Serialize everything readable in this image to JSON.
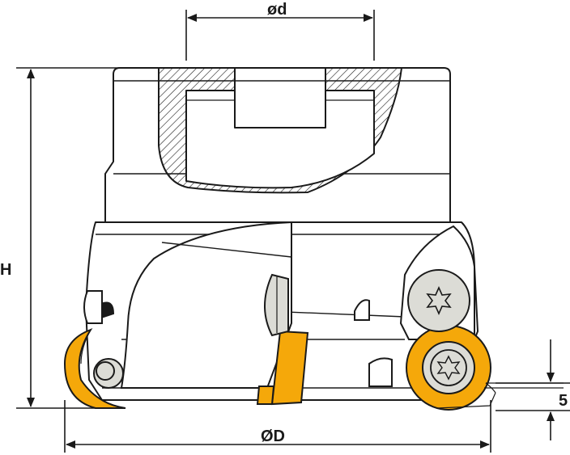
{
  "dimensions": {
    "bore_diameter": "ød",
    "cutter_diameter": "ØD",
    "height": "H",
    "depth_of_cut": "5"
  },
  "colors": {
    "outline": "#1a1a1a",
    "insert_fill": "#f5a80a",
    "screw_fill": "#dcdcd6",
    "body_fill": "#ffffff"
  }
}
